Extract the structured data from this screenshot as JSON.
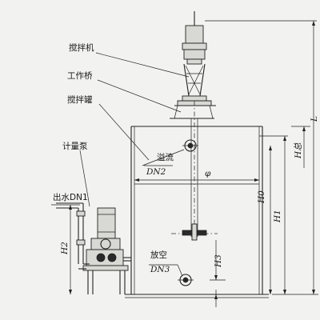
{
  "labels": {
    "agitator": "搅拌机",
    "bridge": "工作桥",
    "tank": "搅拌罐",
    "pump": "计量泵",
    "overflow": "溢流",
    "overflow_dn": "DN2",
    "outlet": "出水DN1",
    "drain": "放空",
    "drain_dn": "DN3",
    "phi": "φ"
  },
  "dimensions": {
    "h_total": "H总",
    "h0": "H0",
    "h1": "H1",
    "h2": "H2",
    "h3": "H3",
    "l": "L"
  }
}
